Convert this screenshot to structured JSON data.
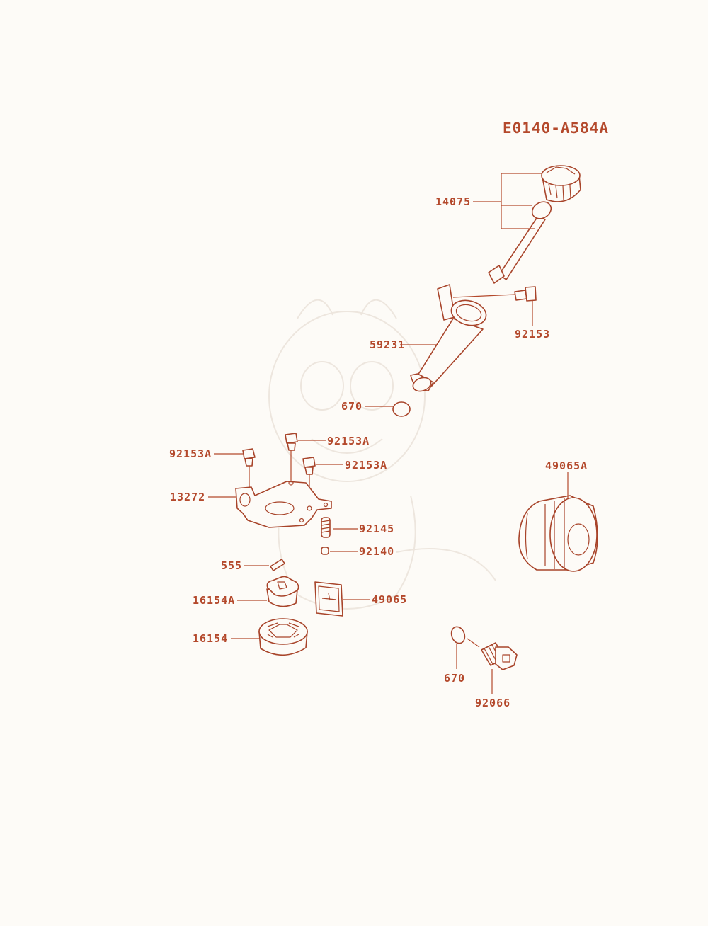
{
  "diagram_code": "E0140-A584A",
  "colors": {
    "ink": "#b4492c",
    "background": "#fdfbf7"
  },
  "callouts": {
    "p14075": "14075",
    "p92153": "92153",
    "p59231": "59231",
    "p670_top": "670",
    "p92153A_1": "92153A",
    "p92153A_2": "92153A",
    "p92153A_3": "92153A",
    "p49065A": "49065A",
    "p13272": "13272",
    "p92145": "92145",
    "p92140": "92140",
    "p555": "555",
    "p16154A": "16154A",
    "p49065": "49065",
    "p16154": "16154",
    "p670_bottom": "670",
    "p92066": "92066"
  }
}
